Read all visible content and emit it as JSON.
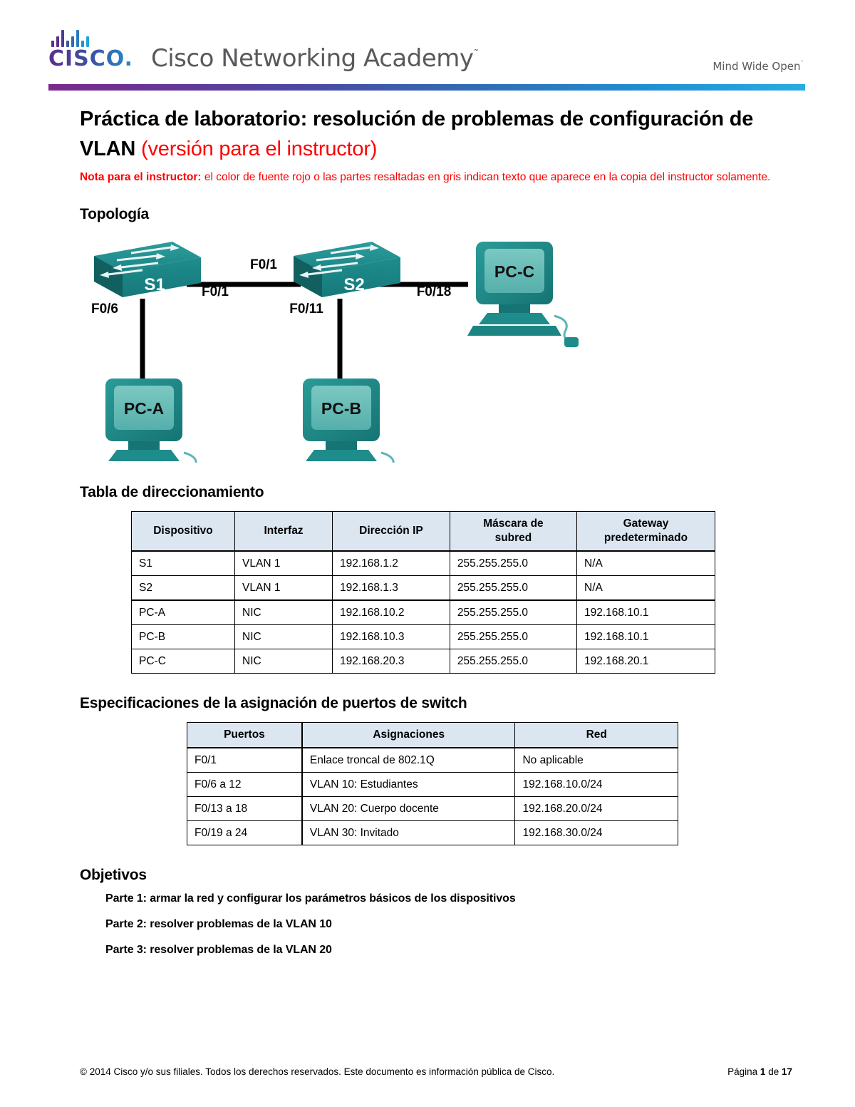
{
  "header": {
    "cisco_wordmark": "CISCO.",
    "academy": "Cisco Networking Academy",
    "academy_tm": "˜",
    "tagline": "Mind Wide Open",
    "tagline_tm": "˜"
  },
  "title": {
    "main": "Práctica de laboratorio: resolución de problemas de configuración de VLAN",
    "instructor_version": "(versión para el instructor)"
  },
  "instructor_note": {
    "label": "Nota para el instructor:",
    "body": " el color de fuente rojo o las partes resaltadas en gris indican texto que aparece en la copia del instructor solamente."
  },
  "sections": {
    "topology": "Topología",
    "addressing_table": "Tabla de direccionamiento",
    "port_spec": "Especificaciones de la asignación de puertos de switch",
    "objectives": "Objetivos"
  },
  "topology": {
    "devices": [
      {
        "id": "S1",
        "label": "S1",
        "type": "switch"
      },
      {
        "id": "S2",
        "label": "S2",
        "type": "switch"
      },
      {
        "id": "PC-A",
        "label": "PC-A",
        "type": "pc"
      },
      {
        "id": "PC-B",
        "label": "PC-B",
        "type": "pc"
      },
      {
        "id": "PC-C",
        "label": "PC-C",
        "type": "pc"
      }
    ],
    "link_labels": {
      "s1_s2_top": "F0/1",
      "s1_right": "F0/1",
      "s1_down": "F0/6",
      "s2_down": "F0/11",
      "s2_right": "F0/18"
    }
  },
  "addressing_table": {
    "headers": [
      "Dispositivo",
      "Interfaz",
      "Dirección IP",
      "Máscara de subred",
      "Gateway predeterminado"
    ],
    "header_lines": [
      [
        "Dispositivo"
      ],
      [
        "Interfaz"
      ],
      [
        "Dirección IP"
      ],
      [
        "Máscara de",
        "subred"
      ],
      [
        "Gateway",
        "predeterminado"
      ]
    ],
    "rows": [
      {
        "dispositivo": "S1",
        "interfaz": "VLAN 1",
        "ip": "192.168.1.2",
        "mascara": "255.255.255.0",
        "gateway": "N/A"
      },
      {
        "dispositivo": "S2",
        "interfaz": "VLAN 1",
        "ip": "192.168.1.3",
        "mascara": "255.255.255.0",
        "gateway": "N/A"
      },
      {
        "dispositivo": "PC-A",
        "interfaz": "NIC",
        "ip": "192.168.10.2",
        "mascara": "255.255.255.0",
        "gateway": "192.168.10.1"
      },
      {
        "dispositivo": "PC-B",
        "interfaz": "NIC",
        "ip": "192.168.10.3",
        "mascara": "255.255.255.0",
        "gateway": "192.168.10.1"
      },
      {
        "dispositivo": "PC-C",
        "interfaz": "NIC",
        "ip": "192.168.20.3",
        "mascara": "255.255.255.0",
        "gateway": "192.168.20.1"
      }
    ]
  },
  "port_table": {
    "headers": [
      "Puertos",
      "Asignaciones",
      "Red"
    ],
    "rows": [
      {
        "puertos": "F0/1",
        "asignaciones": "Enlace troncal de 802.1Q",
        "red": "No aplicable"
      },
      {
        "puertos": "F0/6 a 12",
        "asignaciones": "VLAN 10: Estudiantes",
        "red": "192.168.10.0/24"
      },
      {
        "puertos": "F0/13 a 18",
        "asignaciones": "VLAN 20: Cuerpo docente",
        "red": "192.168.20.0/24"
      },
      {
        "puertos": "F0/19 a 24",
        "asignaciones": "VLAN 30: Invitado",
        "red": "192.168.30.0/24"
      }
    ]
  },
  "objectives": [
    "Parte 1: armar la red y configurar los parámetros básicos de los dispositivos",
    "Parte 2: resolver problemas de la VLAN 10",
    "Parte 3: resolver problemas de la VLAN 20"
  ],
  "footer": {
    "copyright": "© 2014 Cisco y/o sus filiales. Todos los derechos reservados. Este documento es información pública de Cisco.",
    "page_prefix": "Página ",
    "page_current": "1",
    "page_mid": " de ",
    "page_total": "17"
  },
  "colors": {
    "instructor_red": "#FF0000",
    "table_header_bg": "#DCE6F1",
    "device_teal": "#1F8A8A",
    "device_teal_dark": "#116B6B",
    "screen_teal": "#5FB5B0",
    "brand_purple": "#7A2A8C",
    "brand_blue": "#29ABE2"
  }
}
